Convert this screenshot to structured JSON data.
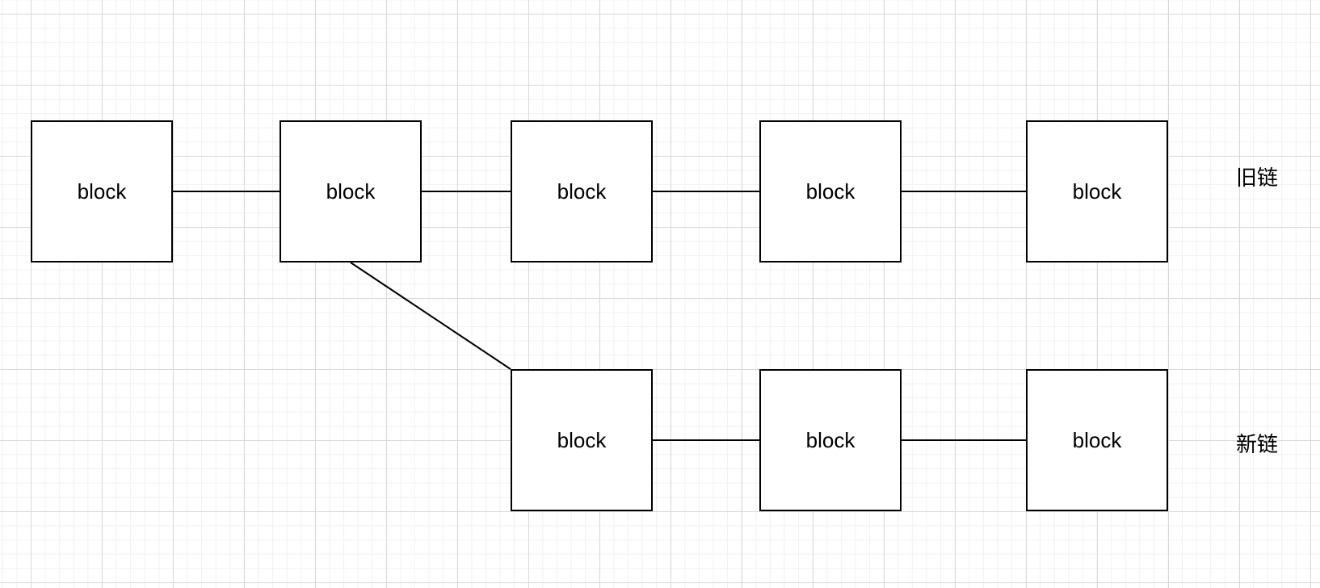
{
  "diagram": {
    "line_color": "#000000",
    "old_chain": {
      "label": "旧链",
      "blocks": [
        "block",
        "block",
        "block",
        "block",
        "block"
      ]
    },
    "new_chain": {
      "label": "新链",
      "blocks": [
        "block",
        "block",
        "block"
      ]
    }
  }
}
